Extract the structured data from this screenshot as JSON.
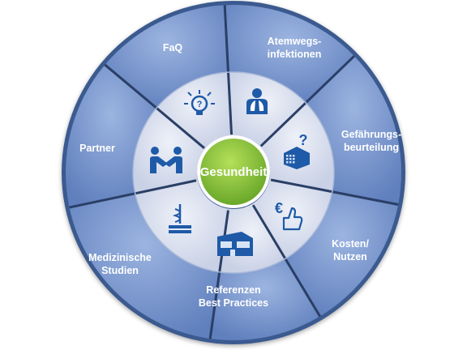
{
  "center": {
    "label": "Gesundheit"
  },
  "segments": [
    {
      "id": "faq",
      "lines": [
        "FaQ"
      ],
      "icon": "lightbulb-question-icon"
    },
    {
      "id": "atemwegsinfektionen",
      "lines": [
        "Atemwegs-",
        "infektionen"
      ],
      "icon": "lungs-person-icon"
    },
    {
      "id": "gefaehrdungsbeurteilung",
      "lines": [
        "Gefährungs-",
        "beurteilung"
      ],
      "icon": "building-question-icon"
    },
    {
      "id": "kosten-nutzen",
      "lines": [
        "Kosten/",
        "Nutzen"
      ],
      "icon": "euro-thumbs-up-icon"
    },
    {
      "id": "referenzen",
      "lines": [
        "Referenzen",
        "Best Practices"
      ],
      "icon": "modern-building-icon"
    },
    {
      "id": "medizinische-studien",
      "lines": [
        "Medizinische",
        "Studien"
      ],
      "icon": "caduceus-book-icon"
    },
    {
      "id": "partner",
      "lines": [
        "Partner"
      ],
      "icon": "handshake-icon"
    }
  ],
  "colors": {
    "outer_ring": "#6f8fc9",
    "inner_ring": "#d6dcec",
    "center": "#8cc63f",
    "icon": "#1e5aa8",
    "divider": "#2a3f66"
  }
}
